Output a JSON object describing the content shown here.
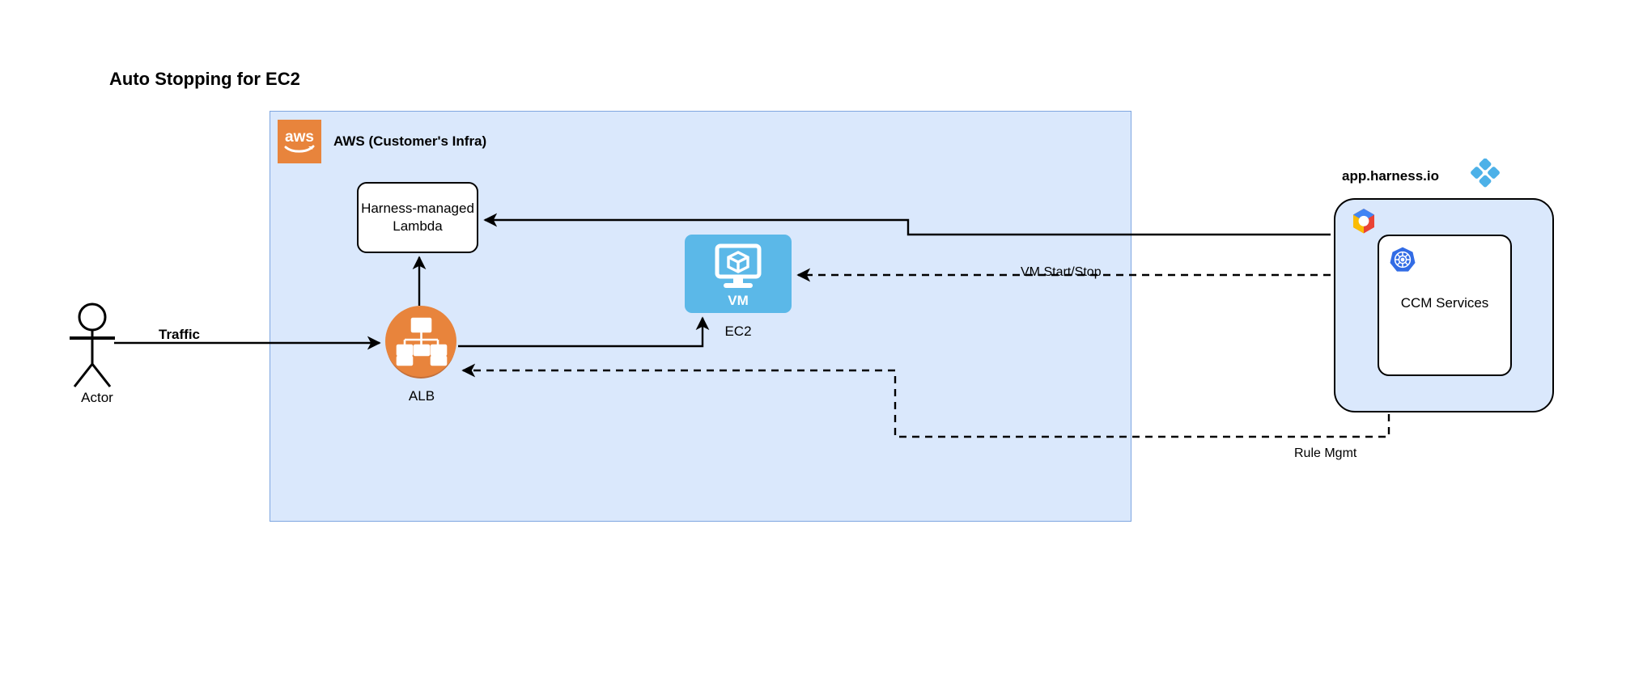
{
  "title": "Auto Stopping for EC2",
  "aws": {
    "label": "AWS (Customer's Infra)",
    "logo_icon": "aws-logo-icon",
    "logo_text": "aws",
    "fill": "#dae8fc",
    "border": "#7ea6e0",
    "logo_fill": "#e8843c"
  },
  "nodes": {
    "lambda": {
      "label": "Harness-managed\nLambda",
      "line1": "Harness-managed",
      "line2": "Lambda"
    },
    "vm": {
      "label": "VM",
      "caption": "EC2",
      "icon": "vm-monitor-cube-icon",
      "fill": "#5bb8e8"
    },
    "alb": {
      "label": "ALB",
      "icon": "load-balancer-tree-icon",
      "fill": "#e8843c"
    },
    "actor": {
      "label": "Actor",
      "icon": "stick-figure-actor-icon"
    },
    "harness": {
      "label": "app.harness.io",
      "logo_icon": "harness-diamond-logo-icon",
      "logo_fill": "#5bb8e8",
      "cloud_icon": "gcp-hexagon-icon",
      "fill": "#dae8fc"
    },
    "ccm": {
      "label": "CCM Services",
      "icon": "kubernetes-helm-icon",
      "icon_fill": "#326ce5"
    }
  },
  "edges": {
    "traffic": "Traffic",
    "vm_start_stop": "VM Start/Stop",
    "rule_mgmt": "Rule Mgmt"
  }
}
